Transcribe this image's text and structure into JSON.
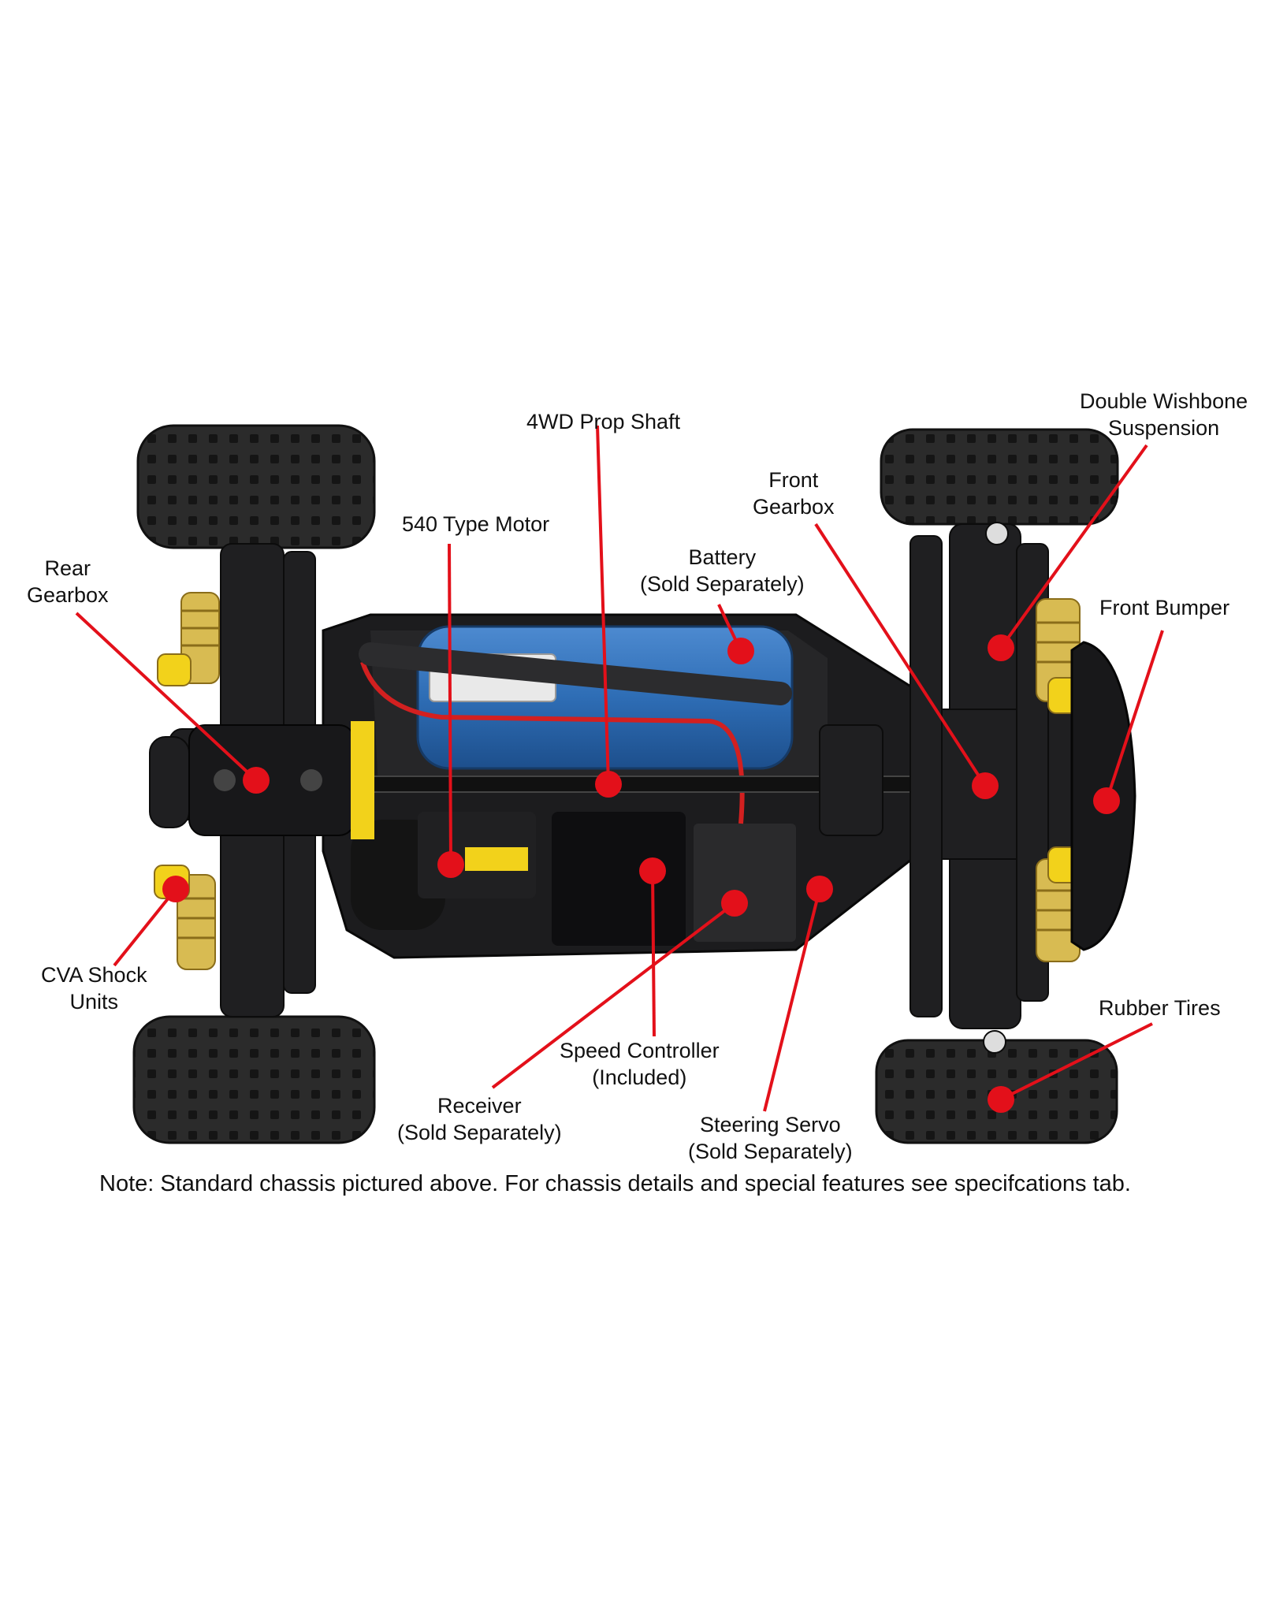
{
  "callouts": [
    {
      "id": "4wd-prop-shaft",
      "lines": [
        "4WD Prop Shaft"
      ]
    },
    {
      "id": "double-wishbone-suspension",
      "lines": [
        "Double Wishbone",
        "Suspension"
      ]
    },
    {
      "id": "front-gearbox",
      "lines": [
        "Front",
        "Gearbox"
      ]
    },
    {
      "id": "540-type-motor",
      "lines": [
        "540 Type Motor"
      ]
    },
    {
      "id": "battery",
      "lines": [
        "Battery",
        "(Sold Separately)"
      ]
    },
    {
      "id": "rear-gearbox",
      "lines": [
        "Rear",
        "Gearbox"
      ]
    },
    {
      "id": "front-bumper",
      "lines": [
        "Front Bumper"
      ]
    },
    {
      "id": "cva-shock-units",
      "lines": [
        "CVA Shock",
        "Units"
      ]
    },
    {
      "id": "rubber-tires",
      "lines": [
        "Rubber Tires"
      ]
    },
    {
      "id": "speed-controller",
      "lines": [
        "Speed Controller",
        "(Included)"
      ]
    },
    {
      "id": "receiver",
      "lines": [
        "Receiver",
        "(Sold Separately)"
      ]
    },
    {
      "id": "steering-servo",
      "lines": [
        "Steering Servo",
        "(Sold Separately)"
      ]
    }
  ],
  "note": "Note: Standard chassis pictured above. For chassis details and special features see specifcations tab.",
  "colors": {
    "marker": "#e3101a",
    "chassis": "#1c1c1e",
    "tire": "#262626",
    "battery": "#2e6db5",
    "shock": "#d9b84a",
    "cap": "#f2d21b"
  }
}
